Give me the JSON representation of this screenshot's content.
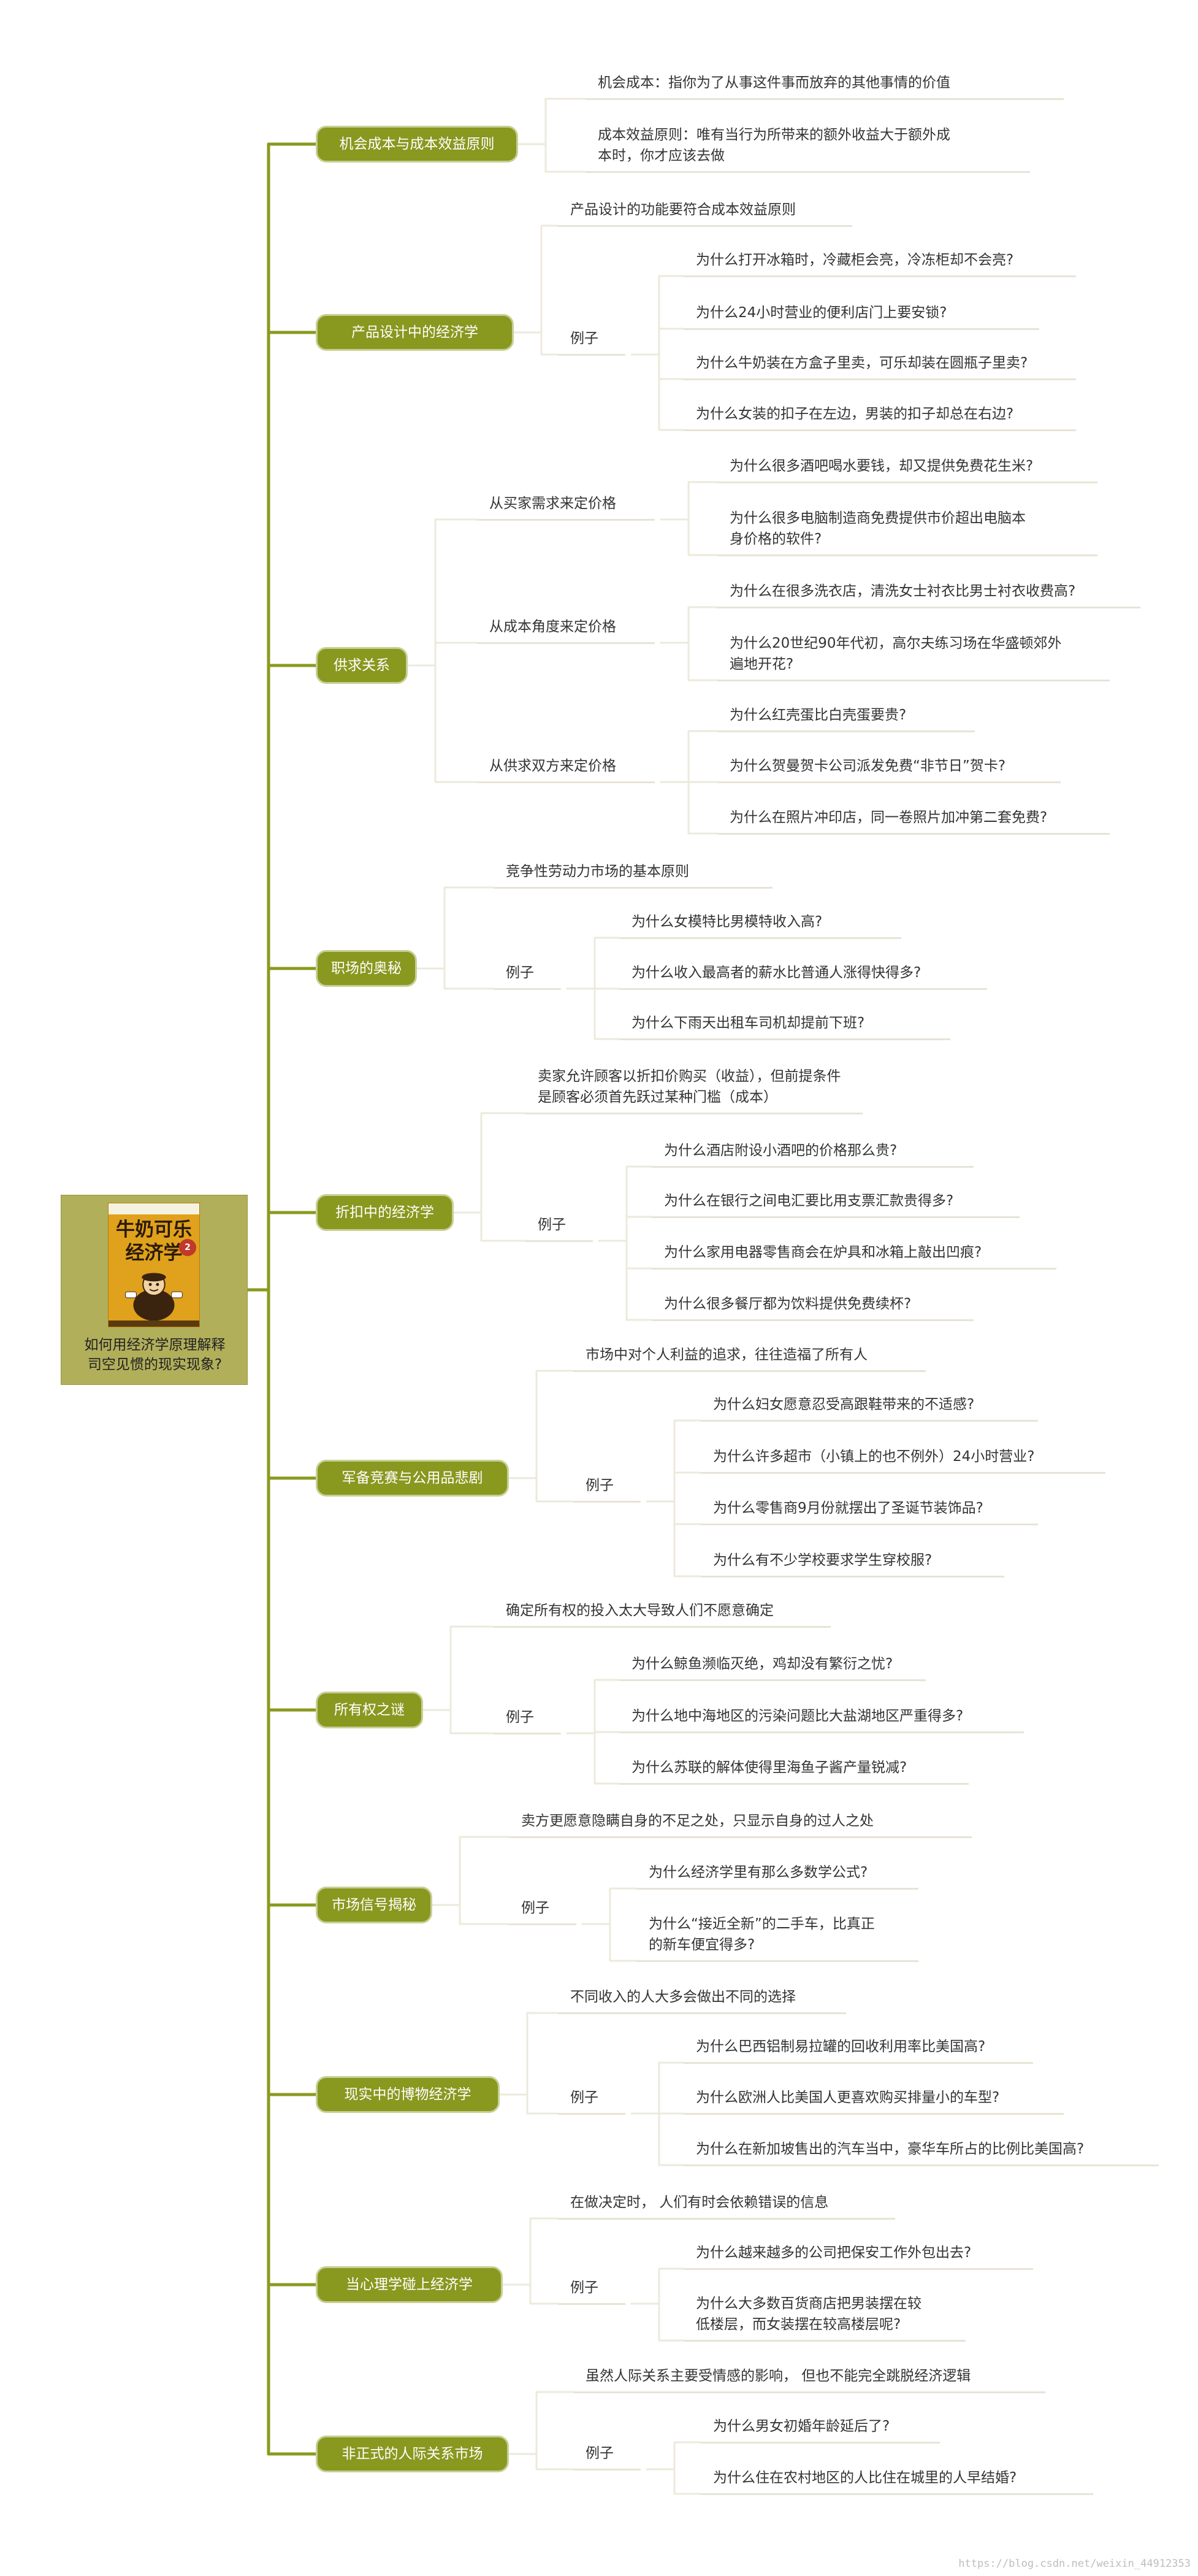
{
  "root": {
    "label": "如何用经济学原理解释\n司空见惯的现实现象?",
    "cover": {
      "title": "牛奶可乐\n经济学",
      "badge": "2"
    }
  },
  "colors": {
    "trunk": "#8a9a1e",
    "branch": "#eceadb",
    "pill_fill": "#89981f",
    "pill_border": "#c7cf95",
    "root_fill": "#b1af5a"
  },
  "topics": [
    {
      "label": "机会成本与成本效益原则",
      "children": [
        {
          "text": "机会成本：指你为了从事这件事而放弃的其他事情的价值"
        },
        {
          "text": "成本效益原则：唯有当行为所带来的额外收益大于额外成\n本时，你才应该去做"
        }
      ]
    },
    {
      "label": "产品设计中的经济学",
      "children": [
        {
          "text": "产品设计的功能要符合成本效益原则"
        },
        {
          "text": "例子",
          "children": [
            {
              "text": "为什么打开冰箱时，冷藏柜会亮，冷冻柜却不会亮?"
            },
            {
              "text": "为什么24小时营业的便利店门上要安锁?"
            },
            {
              "text": "为什么牛奶装在方盒子里卖，可乐却装在圆瓶子里卖?"
            },
            {
              "text": "为什么女装的扣子在左边，男装的扣子却总在右边?"
            }
          ]
        }
      ]
    },
    {
      "label": "供求关系",
      "children": [
        {
          "text": "从买家需求来定价格",
          "children": [
            {
              "text": "为什么很多酒吧喝水要钱，却又提供免费花生米?"
            },
            {
              "text": "为什么很多电脑制造商免费提供市价超出电脑本\n身价格的软件?"
            }
          ]
        },
        {
          "text": "从成本角度来定价格",
          "children": [
            {
              "text": "为什么在很多洗衣店，清洗女士衬衣比男士衬衣收费高?"
            },
            {
              "text": "为什么20世纪90年代初，高尔夫练习场在华盛顿郊外\n遍地开花?"
            }
          ]
        },
        {
          "text": "从供求双方来定价格",
          "children": [
            {
              "text": "为什么红壳蛋比白壳蛋要贵?"
            },
            {
              "text": "为什么贺曼贺卡公司派发免费“非节日”贺卡?"
            },
            {
              "text": "为什么在照片冲印店，同一卷照片加冲第二套免费?"
            }
          ]
        }
      ]
    },
    {
      "label": "职场的奥秘",
      "children": [
        {
          "text": "竞争性劳动力市场的基本原则"
        },
        {
          "text": "例子",
          "children": [
            {
              "text": "为什么女模特比男模特收入高?"
            },
            {
              "text": "为什么收入最高者的薪水比普通人涨得快得多?"
            },
            {
              "text": "为什么下雨天出租车司机却提前下班?"
            }
          ]
        }
      ]
    },
    {
      "label": "折扣中的经济学",
      "children": [
        {
          "text": "卖家允许顾客以折扣价购买（收益），但前提条件\n是顾客必须首先跃过某种门槛（成本）"
        },
        {
          "text": "例子",
          "children": [
            {
              "text": "为什么酒店附设小酒吧的价格那么贵?"
            },
            {
              "text": "为什么在银行之间电汇要比用支票汇款贵得多?"
            },
            {
              "text": "为什么家用电器零售商会在炉具和冰箱上敲出凹痕?"
            },
            {
              "text": "为什么很多餐厅都为饮料提供免费续杯?"
            }
          ]
        }
      ]
    },
    {
      "label": "军备竞赛与公用品悲剧",
      "children": [
        {
          "text": "市场中对个人利益的追求，往往造福了所有人"
        },
        {
          "text": "例子",
          "children": [
            {
              "text": "为什么妇女愿意忍受高跟鞋带来的不适感?"
            },
            {
              "text": "为什么许多超市（小镇上的也不例外）24小时营业?"
            },
            {
              "text": "为什么零售商9月份就摆出了圣诞节装饰品?"
            },
            {
              "text": "为什么有不少学校要求学生穿校服?"
            }
          ]
        }
      ]
    },
    {
      "label": "所有权之谜",
      "children": [
        {
          "text": "确定所有权的投入太大导致人们不愿意确定"
        },
        {
          "text": "例子",
          "children": [
            {
              "text": "为什么鲸鱼濒临灭绝，鸡却没有繁衍之忧?"
            },
            {
              "text": "为什么地中海地区的污染问题比大盐湖地区严重得多?"
            },
            {
              "text": "为什么苏联的解体使得里海鱼子酱产量锐减?"
            }
          ]
        }
      ]
    },
    {
      "label": "市场信号揭秘",
      "children": [
        {
          "text": "卖方更愿意隐瞒自身的不足之处，只显示自身的过人之处"
        },
        {
          "text": "例子",
          "children": [
            {
              "text": "为什么经济学里有那么多数学公式?"
            },
            {
              "text": "为什么“接近全新”的二手车，比真正\n的新车便宜得多?"
            }
          ]
        }
      ]
    },
    {
      "label": "现实中的博物经济学",
      "children": [
        {
          "text": "不同收入的人大多会做出不同的选择"
        },
        {
          "text": "例子",
          "children": [
            {
              "text": "为什么巴西铝制易拉罐的回收利用率比美国高?"
            },
            {
              "text": "为什么欧洲人比美国人更喜欢购买排量小的车型?"
            },
            {
              "text": "为什么在新加坡售出的汽车当中，豪华车所占的比例比美国高?"
            }
          ]
        }
      ]
    },
    {
      "label": "当心理学碰上经济学",
      "children": [
        {
          "text": "在做决定时， 人们有时会依赖错误的信息"
        },
        {
          "text": "例子",
          "children": [
            {
              "text": "为什么越来越多的公司把保安工作外包出去?"
            },
            {
              "text": "为什么大多数百货商店把男装摆在较\n低楼层，而女装摆在较高楼层呢?"
            }
          ]
        }
      ]
    },
    {
      "label": "非正式的人际关系市场",
      "children": [
        {
          "text": "虽然人际关系主要受情感的影响， 但也不能完全跳脱经济逻辑"
        },
        {
          "text": "例子",
          "children": [
            {
              "text": "为什么男女初婚年龄延后了?"
            },
            {
              "text": "为什么住在农村地区的人比住在城里的人早结婚?"
            }
          ]
        }
      ]
    }
  ],
  "watermark": "https://blog.csdn.net/weixin_44912353"
}
